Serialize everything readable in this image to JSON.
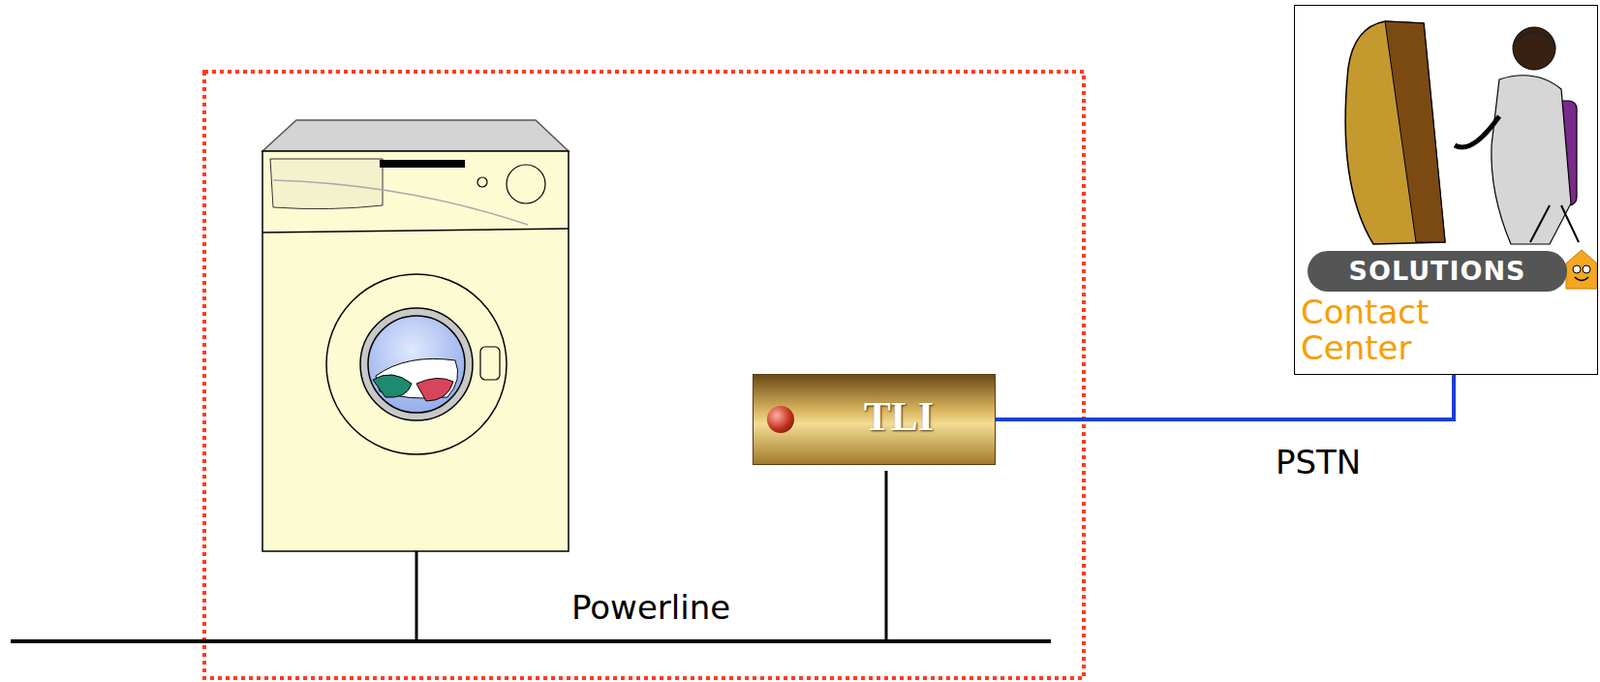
{
  "diagram": {
    "nodes": [
      {
        "text": [
          "TLI"
        ]
      },
      {
        "text": [
          "SOLUTIONS",
          "Contact Center"
        ]
      }
    ],
    "edges": [
      {
        "from": 0,
        "to": 1,
        "arrow": "none",
        "label": "PSTN"
      }
    ],
    "labels": [
      "Powerline"
    ]
  }
}
